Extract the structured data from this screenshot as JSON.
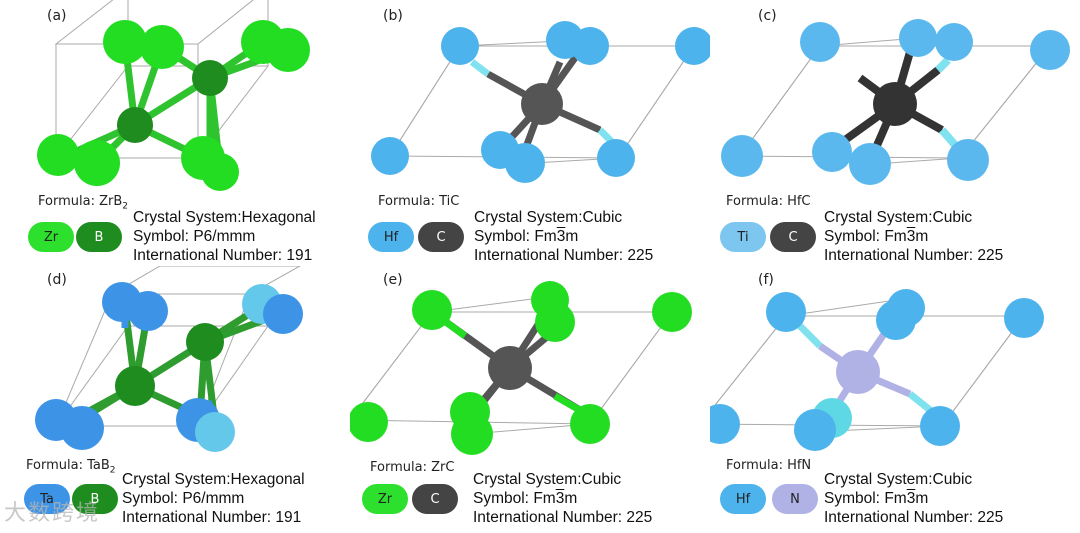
{
  "colors": {
    "Zr": "#22dd22",
    "B": "#1e8c1e",
    "Hf": "#4db3ec",
    "Ti": "#5bb8ee",
    "C": "#444444",
    "Ta": "#3d93e6",
    "N": "#b0b2e6",
    "bond_light": "#7fe2ee",
    "cell": "#aaaaaa"
  },
  "panels": [
    {
      "label": "(a)",
      "formula_prefix": "Formula: ",
      "formula_base": "ZrB",
      "formula_sub": "2",
      "el1": "Zr",
      "el2": "B",
      "el1_color": "#2ee02e",
      "el2_color": "#1e8c1e",
      "el2_text": "#ffffff",
      "system": "Crystal System:Hexagonal",
      "symbol_prefix": "Symbol: ",
      "symbol": "P6/mmm",
      "symbol_over": "",
      "symbol_suffix": "",
      "number": "International Number: 191"
    },
    {
      "label": "(b)",
      "formula_prefix": "Formula: ",
      "formula_base": "TiC",
      "formula_sub": "",
      "el1": "Hf",
      "el2": "C",
      "el1_color": "#4db3ec",
      "el2_color": "#444444",
      "el2_text": "#ffffff",
      "system": "Crystal System:Cubic",
      "symbol_prefix": "Symbol: ",
      "symbol": "Fm",
      "symbol_over": "3",
      "symbol_suffix": "m",
      "number": "International Number: 225"
    },
    {
      "label": "(c)",
      "formula_prefix": "Formula: ",
      "formula_base": "HfC",
      "formula_sub": "",
      "el1": "Ti",
      "el2": "C",
      "el1_color": "#7cc6f0",
      "el2_color": "#444444",
      "el2_text": "#ffffff",
      "system": "Crystal System:Cubic",
      "symbol_prefix": "Symbol: ",
      "symbol": "Fm",
      "symbol_over": "3",
      "symbol_suffix": "m",
      "number": "International Number: 225"
    },
    {
      "label": "(d)",
      "formula_prefix": "Formula: ",
      "formula_base": "TaB",
      "formula_sub": "2",
      "el1": "Ta",
      "el2": "B",
      "el1_color": "#3d93e6",
      "el2_color": "#1e8c1e",
      "el2_text": "#ffffff",
      "system": "Crystal System:Hexagonal",
      "symbol_prefix": "Symbol: ",
      "symbol": "P6/mmm",
      "symbol_over": "",
      "symbol_suffix": "",
      "number": "International Number: 191"
    },
    {
      "label": "(e)",
      "formula_prefix": "Formula: ",
      "formula_base": "ZrC",
      "formula_sub": "",
      "el1": "Zr",
      "el2": "C",
      "el1_color": "#2ee02e",
      "el2_color": "#444444",
      "el2_text": "#ffffff",
      "system": "Crystal System:Cubic",
      "symbol_prefix": "Symbol: ",
      "symbol": "Fm",
      "symbol_over": "3",
      "symbol_suffix": "m",
      "number": "International Number: 225"
    },
    {
      "label": "(f)",
      "formula_prefix": "Formula: ",
      "formula_base": "HfN",
      "formula_sub": "",
      "el1": "Hf",
      "el2": "N",
      "el1_color": "#4db3ec",
      "el2_color": "#b0b2e6",
      "el2_text": "#222222",
      "system": "Crystal System:Cubic",
      "symbol_prefix": "Symbol: ",
      "symbol": "Fm",
      "symbol_over": "3",
      "symbol_suffix": "m",
      "number": "International Number: 225"
    }
  ],
  "watermark": "大数跨境"
}
